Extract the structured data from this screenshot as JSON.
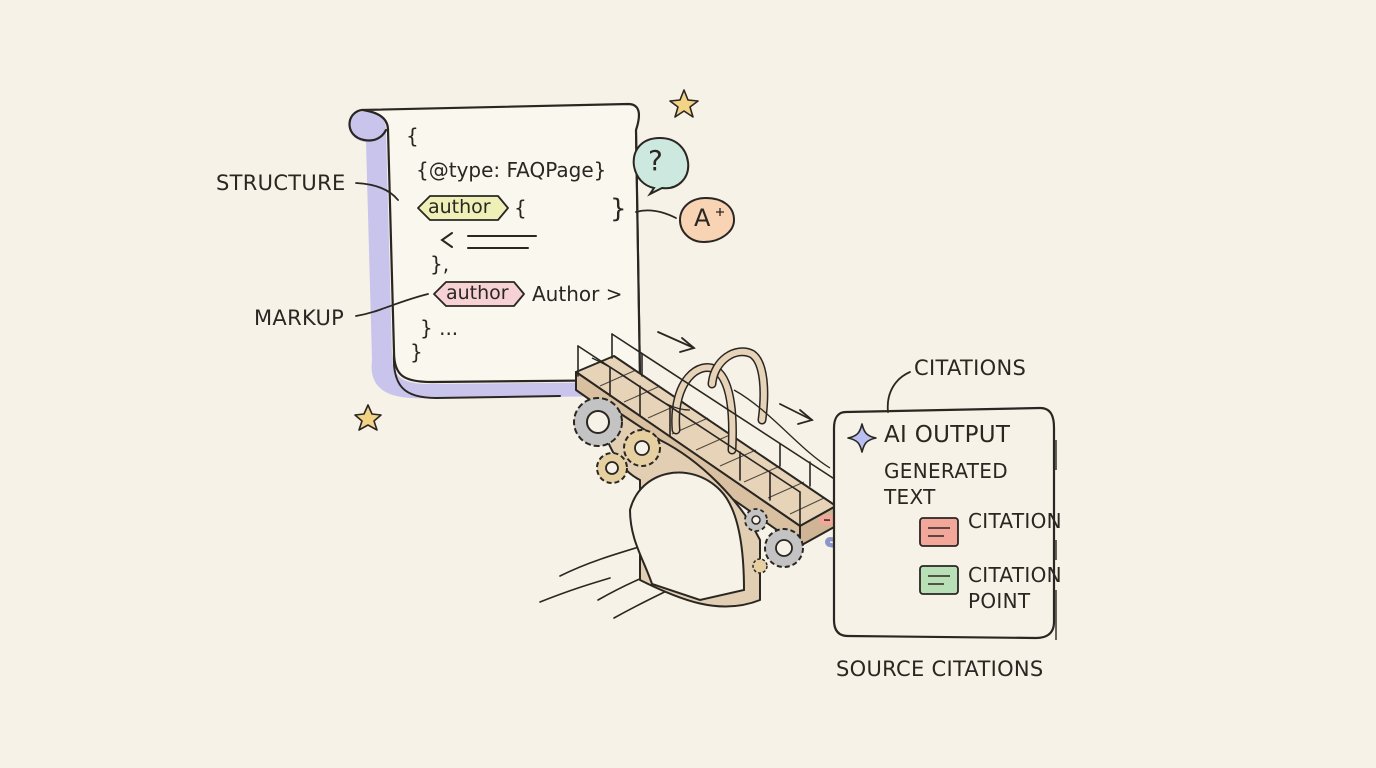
{
  "labels": {
    "structure": "STRUCTURE",
    "markup": "MARKUP",
    "citations_top": "CITATIONS",
    "source_citations": "SOURCE CITATIONS"
  },
  "code": {
    "line_open": "{",
    "line_type": "{@type: FAQPage}",
    "author_tag_1": "author",
    "after_tag_1": "{",
    "line_close_inner": "},",
    "author_tag_2": "author",
    "after_tag_2": "Author >",
    "line_ellipsis": "} ...",
    "line_close": "}",
    "side_brace": "}"
  },
  "badges": {
    "question": "?",
    "answer": "A"
  },
  "output_box": {
    "title": "AI OUTPUT",
    "subtitle_line1": "GENERATED",
    "subtitle_line2": "TEXT",
    "citation_1": "CITATION",
    "citation_2_line1": "CITATION",
    "citation_2_line2": "POINT"
  },
  "colors": {
    "background": "#f6f2e7",
    "ink": "#2a2622",
    "scroll_shadow": "#c9c4ec",
    "tag_yellow": "#eef0b8",
    "tag_pink": "#f6d2d4",
    "question_badge": "#cde8df",
    "answer_badge": "#f8d3b4",
    "citation_red": "#f2a79a",
    "citation_green": "#b9dfb7",
    "arrow_blue": "#8b95c9",
    "bridge_wood": "#e6d3b8",
    "gears": "#bcbcbc",
    "star": "#f3d487"
  }
}
